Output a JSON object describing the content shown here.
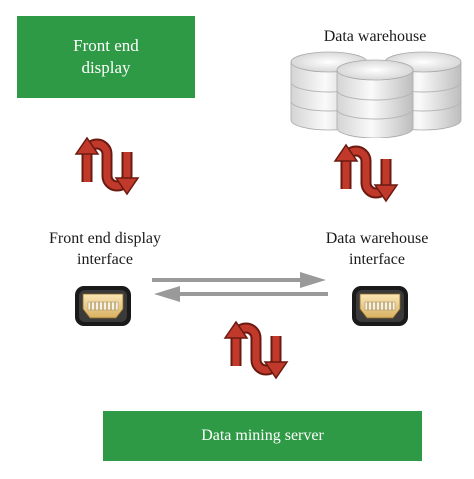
{
  "frontend_box": {
    "label": "Front end\ndisplay"
  },
  "data_warehouse": {
    "title": "Data warehouse"
  },
  "frontend_interface": {
    "label": "Front end display\ninterface"
  },
  "warehouse_interface": {
    "label": "Data warehouse\ninterface"
  },
  "mining_server": {
    "label": "Data mining server"
  },
  "colors": {
    "box_green": "#2e9a45",
    "arrow_red": "#c0392b",
    "arrow_outline": "#6b1a10",
    "connector_arrows": "#9a9a9a"
  },
  "icons": [
    "bidirectional-arrow-icon",
    "database-cylinder-icon",
    "port-connector-icon"
  ]
}
